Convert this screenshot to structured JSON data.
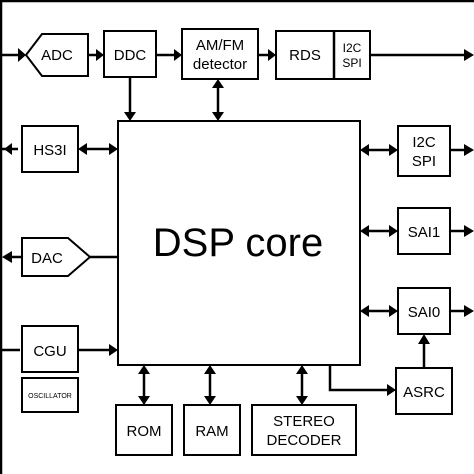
{
  "blocks": {
    "adc": "ADC",
    "ddc": "DDC",
    "amfm_line1": "AM/FM",
    "amfm_line2": "detector",
    "rds": "RDS",
    "i2c_spi_top_line1": "I2C",
    "i2c_spi_top_line2": "SPI",
    "hs3i": "HS3I",
    "dac": "DAC",
    "cgu": "CGU",
    "oscillator": "OSCILLATOR",
    "dsp_core": "DSP core",
    "i2c_spi_right_line1": "I2C",
    "i2c_spi_right_line2": "SPI",
    "sai1": "SAI1",
    "sai0": "SAI0",
    "asrc": "ASRC",
    "rom": "ROM",
    "ram": "RAM",
    "stereo_line1": "STEREO",
    "stereo_line2": "DECODER"
  },
  "colors": {
    "stroke": "#000000",
    "background": "#ffffff"
  }
}
